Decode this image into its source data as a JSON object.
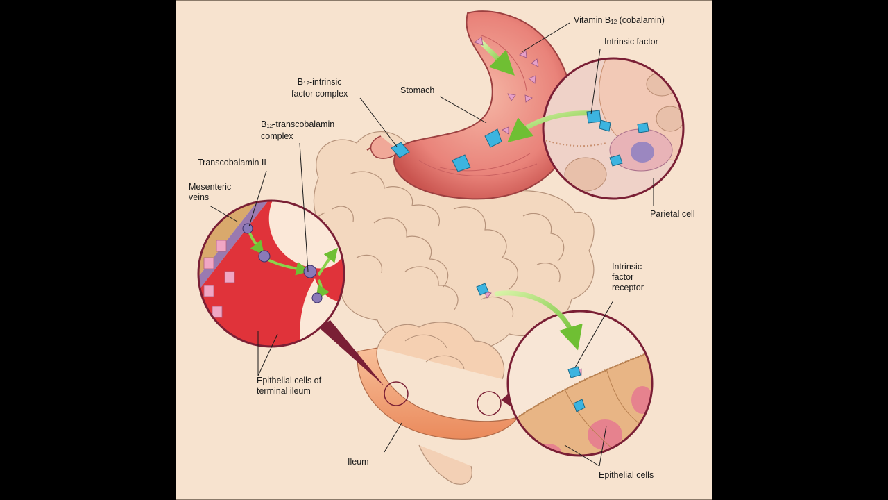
{
  "colors": {
    "background": "#000000",
    "panel": "#f7e3cf",
    "circle_border": "#7a1f35",
    "stomach": "#e9837a",
    "vein": "#e5383b",
    "ileum": "#f2a070",
    "arrow": "#8bd24b",
    "intrinsic_factor": "#3cb4e0",
    "vitamin": "#e6a0c8",
    "transcobalamin": "#8a7ab8"
  },
  "labels": {
    "vitamin_b12": {
      "pre": "Vitamin B",
      "sub": "12",
      "post": " (cobalamin)"
    },
    "intrinsic_factor": "Intrinsic factor",
    "b12_if_complex_l1": {
      "pre": "B",
      "sub": "12",
      "post": "-intrinsic"
    },
    "b12_if_complex_l2": "factor complex",
    "stomach": "Stomach",
    "b12_tc_complex_l1": {
      "pre": "B",
      "sub": "12",
      "post": "-transcobalamin"
    },
    "b12_tc_complex_l2": "complex",
    "transcobalamin_ii": "Transcobalamin II",
    "mesenteric_veins_l1": "Mesenteric",
    "mesenteric_veins_l2": "veins",
    "parietal_cell": "Parietal cell",
    "if_receptor_l1": "Intrinsic",
    "if_receptor_l2": "factor",
    "if_receptor_l3": "receptor",
    "epithelial_ileum_l1": "Epithelial cells of",
    "epithelial_ileum_l2": "terminal ileum",
    "ileum": "Ileum",
    "epithelial_cells": "Epithelial cells"
  }
}
